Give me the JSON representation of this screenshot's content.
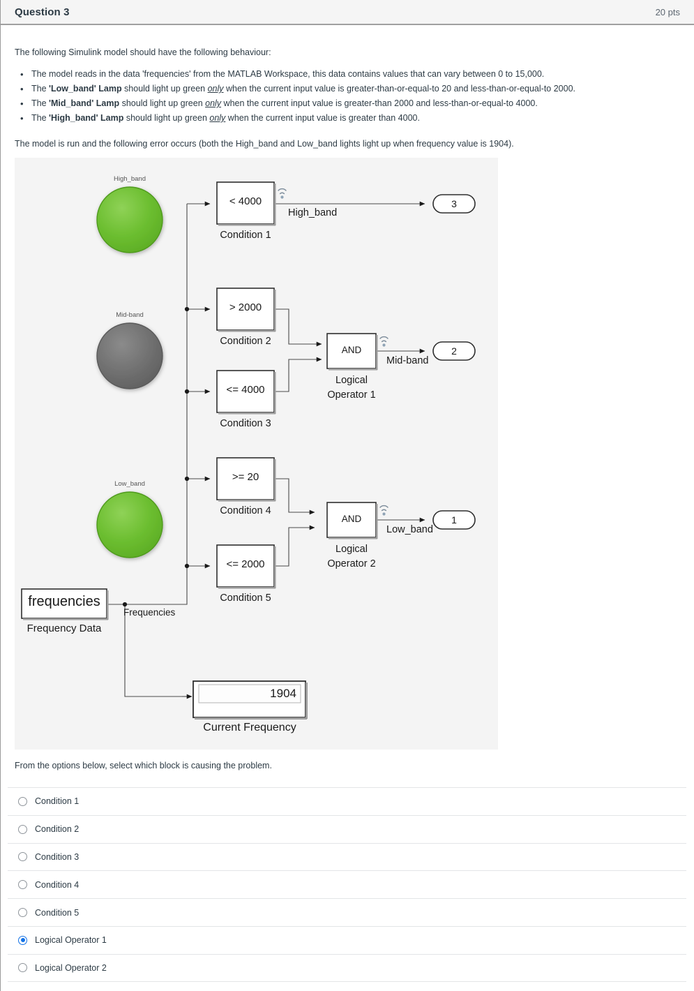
{
  "header": {
    "title": "Question 3",
    "points": "20 pts"
  },
  "body": {
    "intro": "The following Simulink model should have the following behaviour:",
    "bullets": [
      {
        "pre": "The model reads in the data 'frequencies' from the MATLAB Workspace, this data contains values that can vary between 0 to 15,000.",
        "bold": "",
        "mid": "",
        "only": "",
        "post": ""
      },
      {
        "pre": "The ",
        "bold": "'Low_band' Lamp",
        "mid": " should light up green ",
        "only": "only",
        "post": " when the current input value is greater-than-or-equal-to 20 and less-than-or-equal-to 2000."
      },
      {
        "pre": "The ",
        "bold": "'Mid_band' Lamp",
        "mid": " should light up green ",
        "only": "only",
        "post": " when the current input value is greater-than 2000 and less-than-or-equal-to 4000."
      },
      {
        "pre": "The ",
        "bold": "'High_band' Lamp",
        "mid": " should light up green ",
        "only": "only",
        "post": " when the current input value is greater than 4000."
      }
    ],
    "error_line": "The model is run and the following error occurs (both the High_band and Low_band lights light up when frequency value is 1904).",
    "prompt": "From the options below, select which block is causing the problem."
  },
  "diagram": {
    "background": "#f4f4f4",
    "lamps": [
      {
        "label": "High_band",
        "state": "on",
        "color": "#6cbe30"
      },
      {
        "label": "Mid-band",
        "state": "off",
        "color": "#717171"
      },
      {
        "label": "Low_band",
        "state": "on",
        "color": "#6cbe30"
      }
    ],
    "condition_blocks": [
      {
        "expr": "< 4000",
        "name": "Condition 1"
      },
      {
        "expr": "> 2000",
        "name": "Condition 2"
      },
      {
        "expr": "<= 4000",
        "name": "Condition 3"
      },
      {
        "expr": ">= 20",
        "name": "Condition 4"
      },
      {
        "expr": "<= 2000",
        "name": "Condition 5"
      }
    ],
    "logic_blocks": [
      {
        "op": "AND",
        "name_line1": "Logical",
        "name_line2": "Operator 1",
        "signal": "Mid-band"
      },
      {
        "op": "AND",
        "name_line1": "Logical",
        "name_line2": "Operator 2",
        "signal": "Low_band"
      }
    ],
    "signal_labels": {
      "high_band": "High_band",
      "frequencies": "Frequencies"
    },
    "outports": [
      {
        "num": "3"
      },
      {
        "num": "2"
      },
      {
        "num": "1"
      }
    ],
    "source_block": {
      "value": "frequencies",
      "name": "Frequency Data"
    },
    "display_block": {
      "value": "1904",
      "name": "Current Frequency"
    }
  },
  "options": {
    "items": [
      {
        "label": "Condition 1",
        "selected": false
      },
      {
        "label": "Condition 2",
        "selected": false
      },
      {
        "label": "Condition 3",
        "selected": false
      },
      {
        "label": "Condition 4",
        "selected": false
      },
      {
        "label": "Condition 5",
        "selected": false
      },
      {
        "label": "Logical Operator 1",
        "selected": true
      },
      {
        "label": "Logical Operator 2",
        "selected": false
      }
    ]
  }
}
